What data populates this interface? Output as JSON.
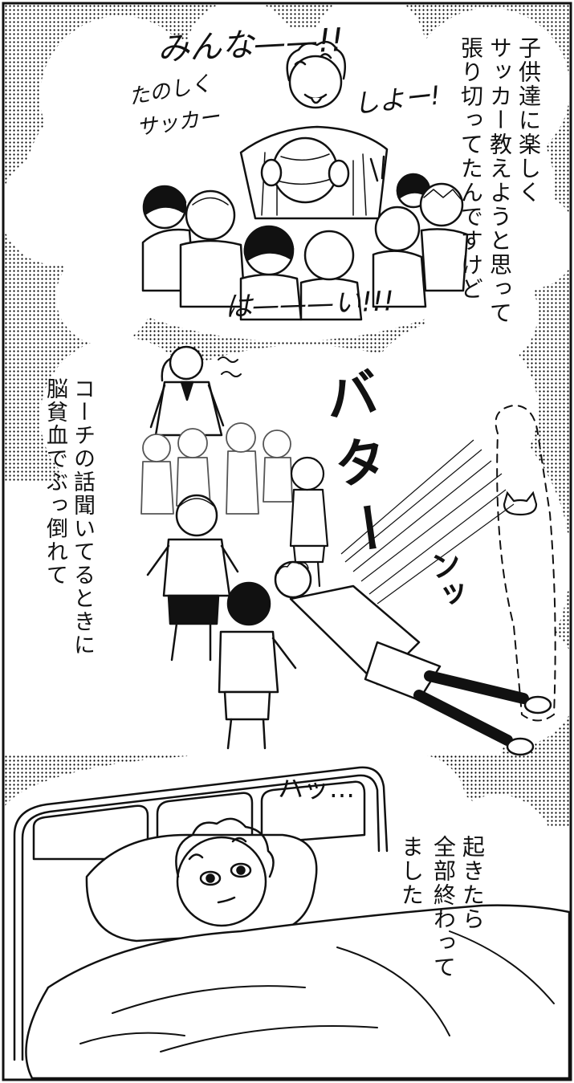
{
  "colors": {
    "ink": "#111111",
    "paper": "#ffffff",
    "screentone": "#000000"
  },
  "panels": {
    "top": {
      "speech_call": "みんな——!!",
      "speech_fun": "たのしく",
      "speech_soccer": "サッカー",
      "speech_lets": "しよー!",
      "reply": "は———い!!!",
      "narration": [
        "子供達に楽しく",
        "サッカー教えようと思って",
        "張り切ってたんですけど"
      ]
    },
    "middle": {
      "narration": [
        "コーチの話聞いてるときに",
        "脳貧血でぶっ倒れて"
      ],
      "sfx_fall_1": "バター",
      "sfx_fall_2": "ンッ"
    },
    "bottom": {
      "sfx_wake": "ハッ…",
      "narration": [
        "起きたら",
        "全部終わって",
        "ました"
      ]
    }
  }
}
